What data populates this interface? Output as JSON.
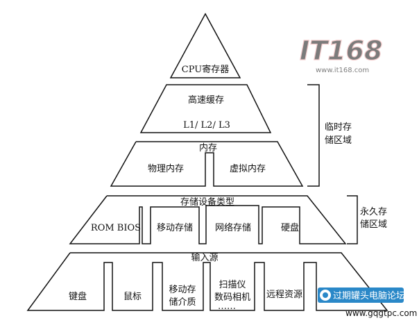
{
  "diagram": {
    "tiers": {
      "cpu": {
        "label": "CPU寄存器"
      },
      "cache": {
        "label": "高速缓存",
        "sublabel": "L1/ L2/ L3"
      },
      "memory": {
        "label": "内存",
        "left": "物理内存",
        "right": "虚拟内存"
      },
      "storage": {
        "label": "存储设备类型",
        "items": [
          "ROM BIOS",
          "移动存储",
          "网络存储",
          "硬盘"
        ]
      },
      "input": {
        "label": "输入源",
        "items": [
          "键盘",
          "鼠标",
          "移动存",
          "储介质",
          "扫描仪",
          "数码相机",
          "……",
          "远程资源"
        ]
      }
    },
    "brackets": {
      "temporary": {
        "line1": "临时存",
        "line2": "储区域"
      },
      "permanent": {
        "line1": "永久存",
        "line2": "储区域"
      }
    }
  },
  "watermark": {
    "top_text": "IT168",
    "top_url": "www.it168.com",
    "logo_text": "过期罐头电脑论坛",
    "logo_url": "www.gqgtpc.com"
  },
  "colors": {
    "line": "#111111",
    "watermark_red": "#e8a0a0",
    "logo_blue": "#2a88c8"
  }
}
